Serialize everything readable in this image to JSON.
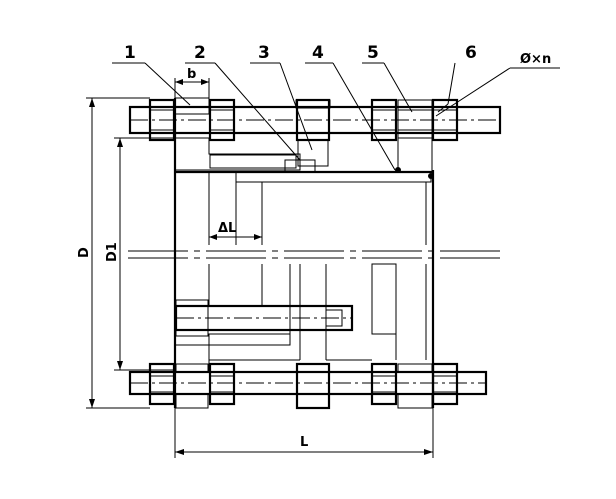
{
  "part_labels": [
    "1",
    "2",
    "3",
    "4",
    "5",
    "6"
  ],
  "dimensions": {
    "b": "b",
    "bolt_spec": "Ø×n",
    "delta_l": "ΔL",
    "D": "D",
    "D1": "D1",
    "L": "L"
  }
}
